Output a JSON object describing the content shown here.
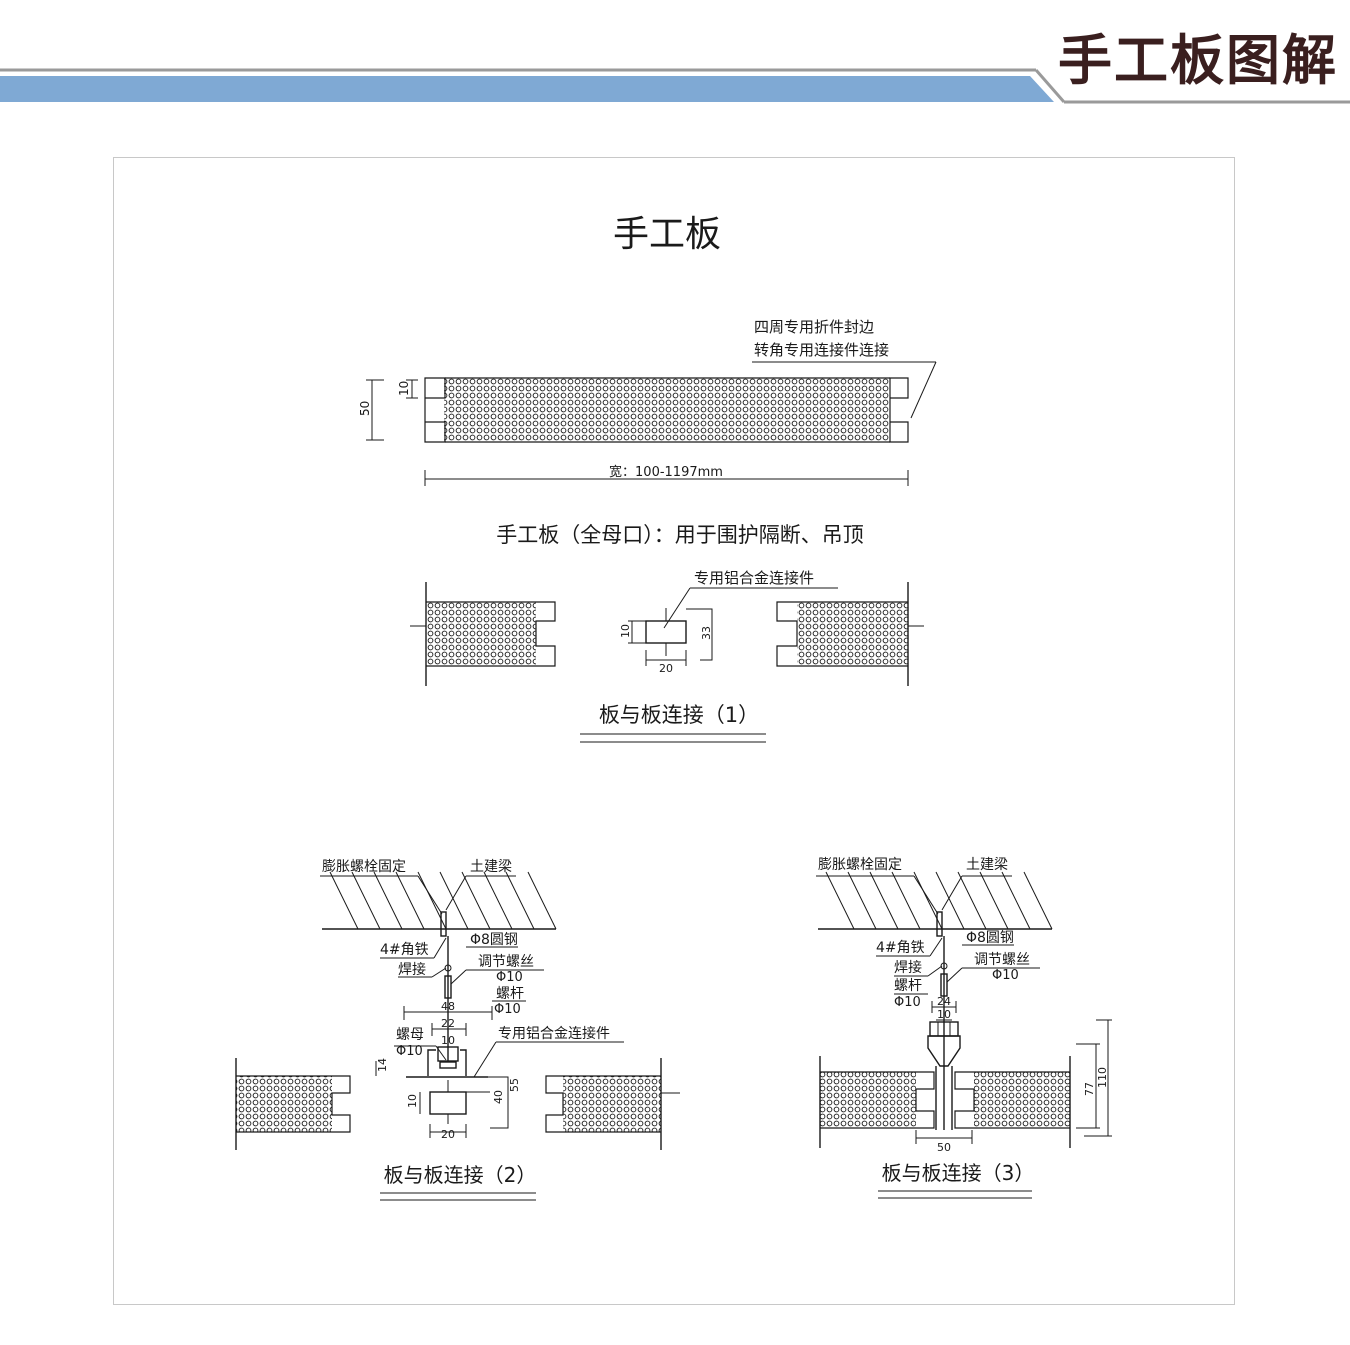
{
  "header": {
    "title": "手工板图解",
    "band_color": "#7fa9d4",
    "title_color": "#3a1f1f"
  },
  "main_title": "手工板",
  "top_panel": {
    "note_line1": "四周专用折件封边",
    "note_line2": "转角专用连接件连接",
    "dim_height": "50",
    "dim_lip": "10",
    "dim_width": "宽：100-1197mm"
  },
  "caption_full_female": "手工板（全母口）：用于围护隔断、吊顶",
  "joint1": {
    "connector_label": "专用铝合金连接件",
    "dim_10": "10",
    "dim_33": "33",
    "dim_20": "20",
    "title": "板与板连接（1）"
  },
  "joint2": {
    "bolt_label": "膨胀螺栓固定",
    "beam_label": "土建梁",
    "angle_label": "4#角铁",
    "rod_label": "Φ8圆钢",
    "weld_label": "焊接",
    "adjust_label": "调节螺丝",
    "adjust_dia": "Φ10",
    "screw_label": "螺杆",
    "screw_dia": "Φ10",
    "dim_48": "48",
    "dim_22": "22",
    "nut_label": "螺母",
    "nut_dia": "Φ10",
    "dim_10a": "10",
    "connector_label": "专用铝合金连接件",
    "dim_14": "14",
    "dim_55": "55",
    "dim_40": "40",
    "dim_10b": "10",
    "dim_20": "20",
    "title": "板与板连接（2）"
  },
  "joint3": {
    "bolt_label": "膨胀螺栓固定",
    "beam_label": "土建梁",
    "angle_label": "4#角铁",
    "rod_label": "Φ8圆钢",
    "weld_label": "焊接",
    "adjust_label": "调节螺丝",
    "adjust_dia": "Φ10",
    "screw_label": "螺杆",
    "screw_dia": "Φ10",
    "dim_24": "24",
    "dim_10": "10",
    "dim_110": "110",
    "dim_77": "77",
    "dim_50": "50",
    "title": "板与板连接（3）"
  }
}
